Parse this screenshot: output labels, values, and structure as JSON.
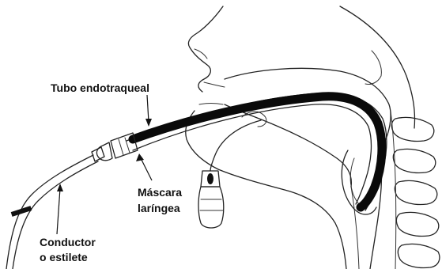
{
  "labels": {
    "tube": "Tubo endotraqueal",
    "mask_line1": "Máscara",
    "mask_line2": "laríngea",
    "stylet_line1": "Conductor",
    "stylet_line2": "o estilete"
  },
  "colors": {
    "ink": "#111111",
    "tube_fill": "#0a0a0a",
    "background": "#ffffff"
  }
}
